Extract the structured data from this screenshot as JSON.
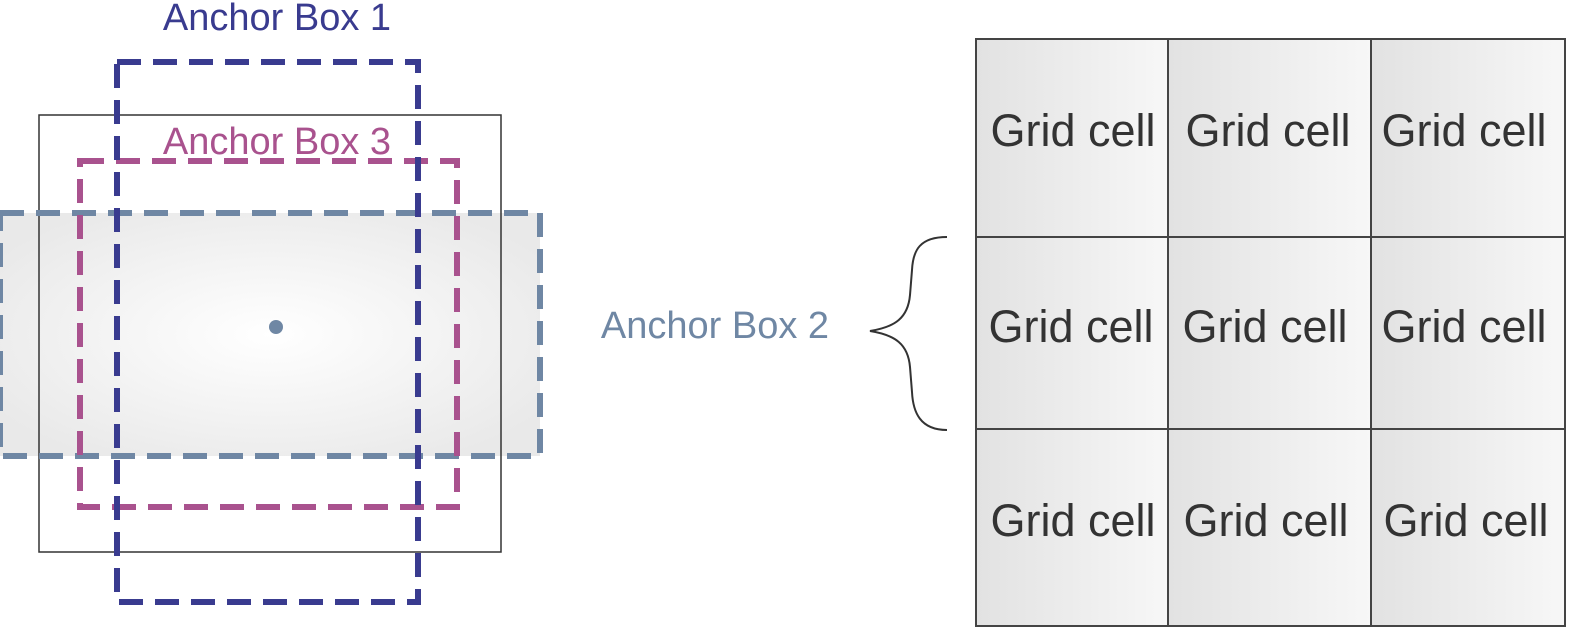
{
  "anchor_boxes": [
    {
      "label": "Anchor Box 1",
      "color": "#393b8f"
    },
    {
      "label": "Anchor Box 2",
      "color": "#6f87a4"
    },
    {
      "label": "Anchor Box 3",
      "color": "#a9528e"
    }
  ],
  "grid": {
    "cells": [
      [
        "Grid cell",
        "Grid cell",
        "Grid cell"
      ],
      [
        "Grid cell",
        "Grid cell",
        "Grid cell"
      ],
      [
        "Grid cell",
        "Grid cell",
        "Grid cell"
      ]
    ]
  },
  "center_point_color": "#6f87a4"
}
